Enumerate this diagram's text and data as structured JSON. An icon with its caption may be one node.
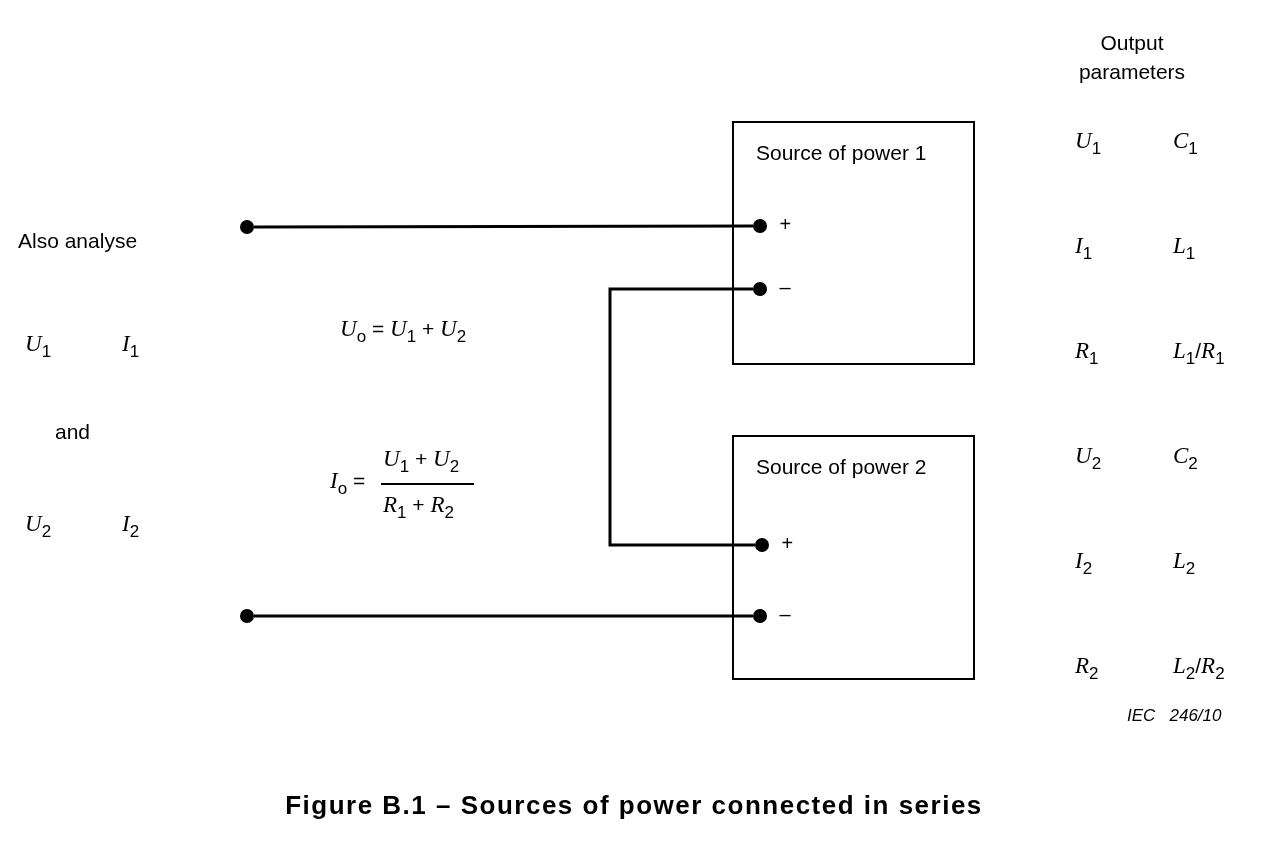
{
  "diagram": {
    "caption": "Figure B.1 – Sources of power connected in series",
    "nodes": [
      {
        "text": [
          "Source of power 1"
        ]
      },
      {
        "text": [],
        "shape": "circle",
        "in": 0,
        "beside": [
          "+"
        ]
      },
      {
        "text": [],
        "shape": "circle",
        "in": 0,
        "beside": [
          "–"
        ]
      },
      {
        "text": [
          "Source of power 2"
        ]
      },
      {
        "text": [],
        "shape": "circle",
        "in": 3,
        "beside": [
          "+"
        ]
      },
      {
        "text": [],
        "shape": "circle",
        "in": 3,
        "beside": [
          "–"
        ]
      },
      {
        "text": [],
        "shape": "circle"
      },
      {
        "text": [],
        "shape": "circle"
      }
    ],
    "edges": [
      {
        "from": 6,
        "to": 1,
        "arrow": "none"
      },
      {
        "from": 2,
        "to": 4,
        "arrow": "none"
      },
      {
        "from": 7,
        "to": 5,
        "arrow": "none"
      }
    ],
    "labels": [
      "Output parameters",
      "*U*$_{1}$",
      "*C*$_{1}$",
      "*I*$_{1}$",
      "*L*$_{1}$",
      "*R*$_{1}$",
      "*L*$_{1}$/*R*$_{1}$",
      "*U*$_{2}$",
      "*C*$_{2}$",
      "*I*$_{2}$",
      "*L*$_{2}$",
      "*R*$_{2}$",
      "*L*$_{2}$/*R*$_{2}$",
      "Also analyse",
      "*U*$_{1}$",
      "*I*$_{1}$",
      "and",
      "*U*$_{2}$",
      "*I*$_{2}$",
      "*U*$_{o}$ = *U*$_{1}$ + *U*$_{2}$",
      "*I*$_{o}$ =",
      "*U*$_{1}$ + *U*$_{2}$",
      "*R*$_{1}$ + *R*$_{2}$",
      "IEC   246/10"
    ]
  }
}
